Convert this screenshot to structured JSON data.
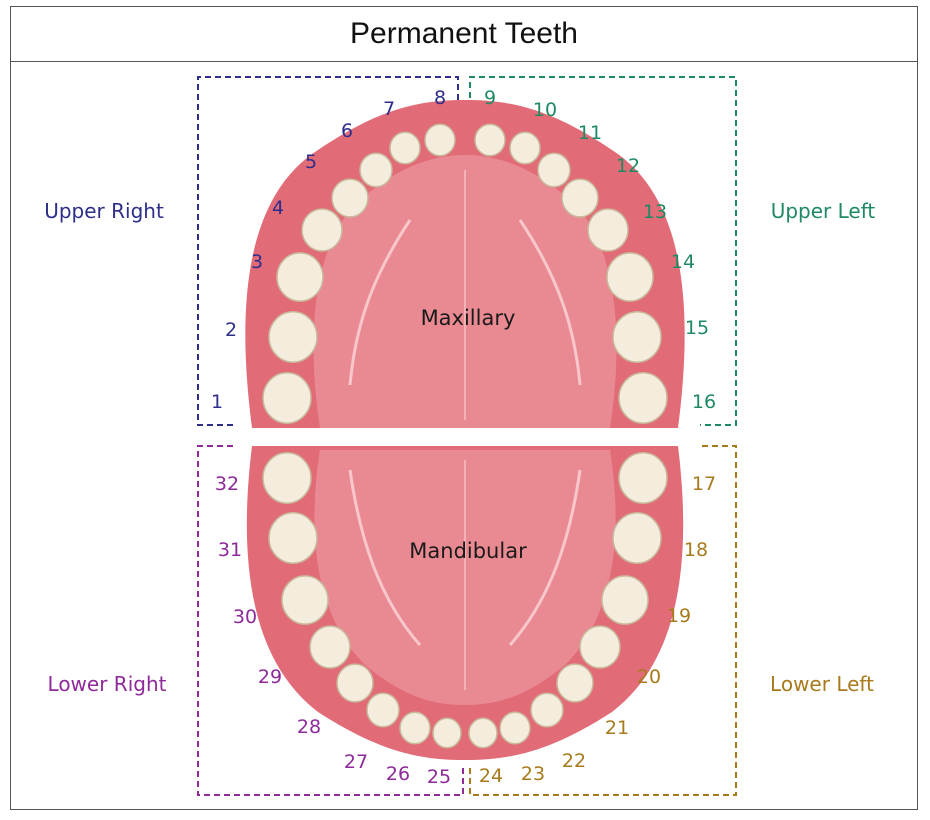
{
  "title": "Permanent Teeth",
  "colors": {
    "upper_right": "#2e2e8a",
    "upper_left": "#1f8a62",
    "lower_right": "#8e2a9a",
    "lower_left": "#a87a1c",
    "gum": "#e26b78",
    "palate": "#e98a92",
    "tooth": "#f4ecdc"
  },
  "arches": {
    "maxillary": "Maxillary",
    "mandibular": "Mandibular"
  },
  "quadrants": {
    "upper_right": "Upper Right",
    "upper_left": "Upper Left",
    "lower_right": "Lower Right",
    "lower_left": "Lower Left"
  },
  "teeth": [
    "1",
    "2",
    "3",
    "4",
    "5",
    "6",
    "7",
    "8",
    "9",
    "10",
    "11",
    "12",
    "13",
    "14",
    "15",
    "16",
    "17",
    "18",
    "19",
    "20",
    "21",
    "22",
    "23",
    "24",
    "25",
    "26",
    "27",
    "28",
    "29",
    "30",
    "31",
    "32"
  ]
}
